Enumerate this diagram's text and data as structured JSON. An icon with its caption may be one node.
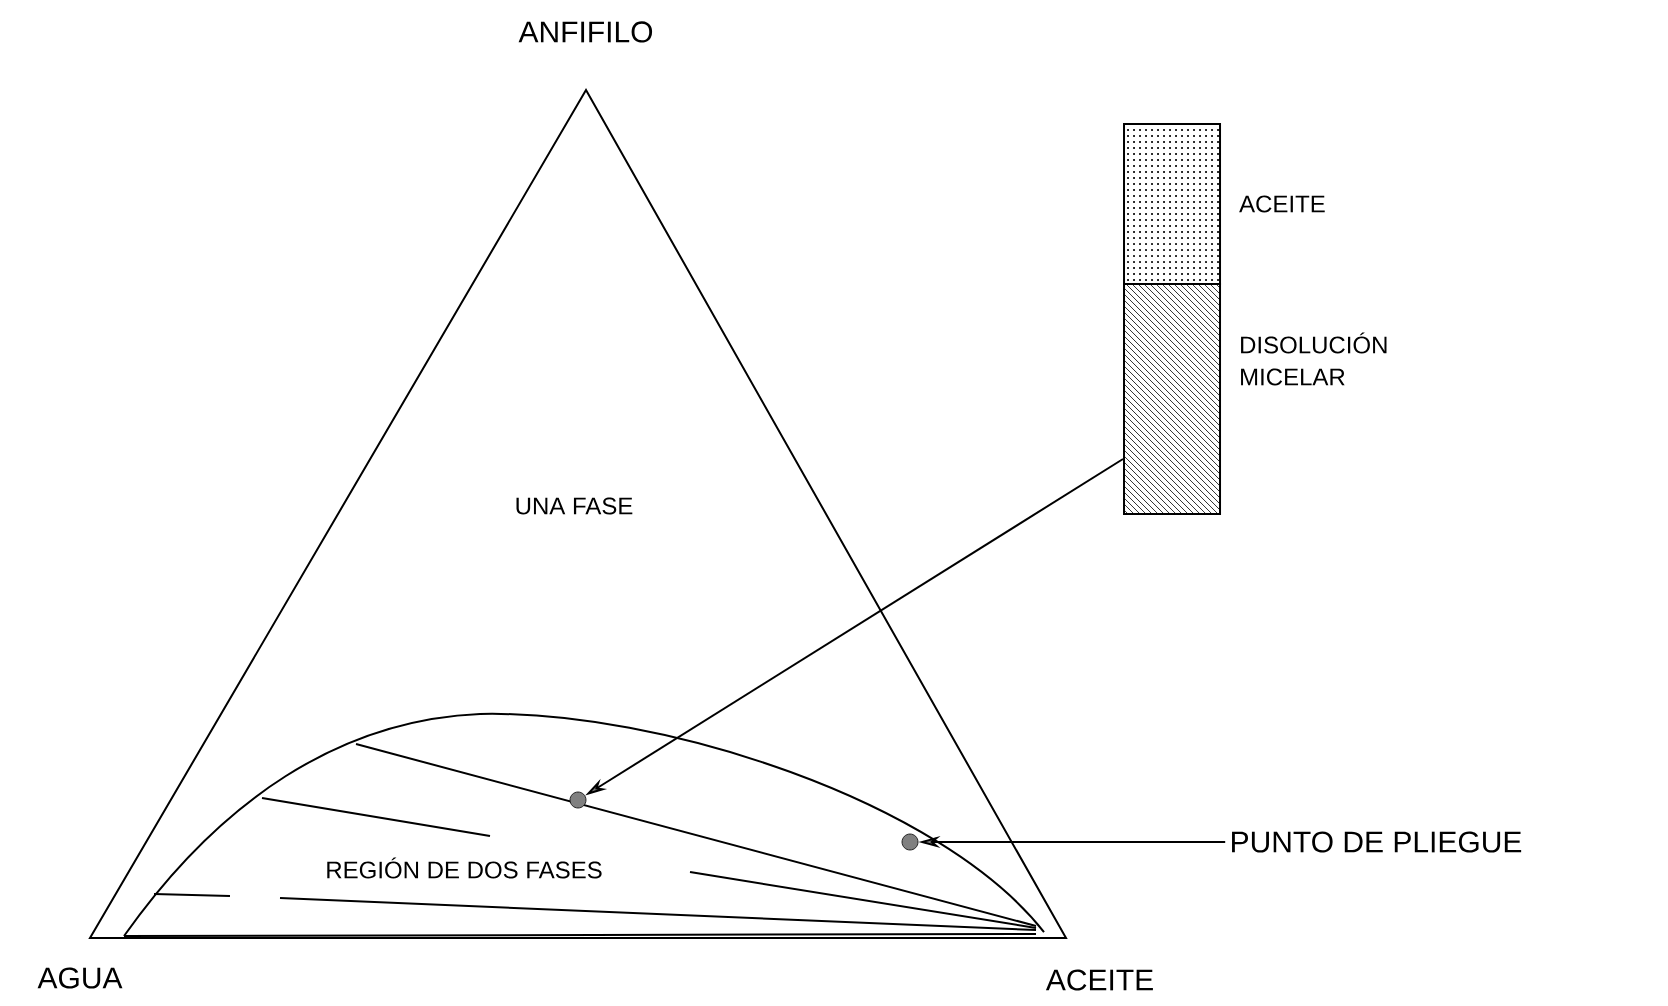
{
  "diagram": {
    "nodes": [
      {
        "text": [],
        "shape": "box",
        "beside": [
          "ACEITE"
        ]
      },
      {
        "text": [],
        "shape": "box",
        "beside": [
          "DISOLUCIÓN MICELAR"
        ]
      },
      {
        "text": [],
        "shape": "circle"
      },
      {
        "text": [
          "PUNTO DE PLIEGUE"
        ]
      },
      {
        "text": [],
        "shape": "circle"
      }
    ],
    "edges": [
      {
        "from": 1,
        "to": 2,
        "arrow": "to"
      },
      {
        "from": 3,
        "to": 4,
        "arrow": "to"
      }
    ],
    "labels": [
      "ANFIFILO",
      "UNA FASE",
      "REGIÓN DE DOS FASES",
      "AGUA",
      "ACEITE"
    ]
  }
}
